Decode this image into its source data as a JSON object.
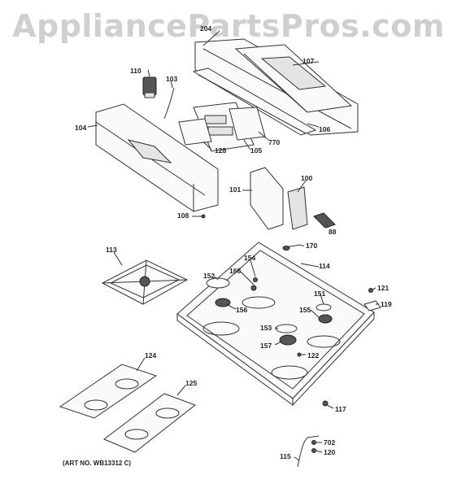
{
  "watermark": "AppliancePartsPros.com",
  "art_number": "(ART NO. WB13312 C)",
  "parts": [
    {
      "id": "p204",
      "label": "204"
    },
    {
      "id": "p107",
      "label": "107"
    },
    {
      "id": "p110",
      "label": "110"
    },
    {
      "id": "p103",
      "label": "103"
    },
    {
      "id": "p104",
      "label": "104"
    },
    {
      "id": "p128",
      "label": "128"
    },
    {
      "id": "p105",
      "label": "105"
    },
    {
      "id": "p770",
      "label": "770"
    },
    {
      "id": "p106",
      "label": "106"
    },
    {
      "id": "p101",
      "label": "101"
    },
    {
      "id": "p100",
      "label": "100"
    },
    {
      "id": "p108",
      "label": "108"
    },
    {
      "id": "p88",
      "label": "88"
    },
    {
      "id": "p170",
      "label": "170"
    },
    {
      "id": "p113",
      "label": "113"
    },
    {
      "id": "p154",
      "label": "154"
    },
    {
      "id": "p114",
      "label": "114"
    },
    {
      "id": "p152",
      "label": "152"
    },
    {
      "id": "p168",
      "label": "168"
    },
    {
      "id": "p156",
      "label": "156"
    },
    {
      "id": "p151",
      "label": "151"
    },
    {
      "id": "p121",
      "label": "121"
    },
    {
      "id": "p155",
      "label": "155"
    },
    {
      "id": "p119",
      "label": "119"
    },
    {
      "id": "p153",
      "label": "153"
    },
    {
      "id": "p157",
      "label": "157"
    },
    {
      "id": "p122",
      "label": "122"
    },
    {
      "id": "p124",
      "label": "124"
    },
    {
      "id": "p125",
      "label": "125"
    },
    {
      "id": "p117",
      "label": "117"
    },
    {
      "id": "p702",
      "label": "702"
    },
    {
      "id": "p120",
      "label": "120"
    },
    {
      "id": "p115",
      "label": "115"
    }
  ]
}
